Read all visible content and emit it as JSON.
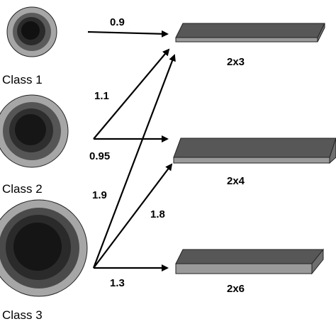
{
  "classes": [
    {
      "label": "Class 1"
    },
    {
      "label": "Class 2"
    },
    {
      "label": "Class 3"
    }
  ],
  "boards": [
    {
      "label": "2x3"
    },
    {
      "label": "2x4"
    },
    {
      "label": "2x6"
    }
  ],
  "connections": [
    {
      "from": "Class 1",
      "to": "2x3",
      "label": "0.9"
    },
    {
      "from": "Class 2",
      "to": "2x3",
      "label": "1.1"
    },
    {
      "from": "Class 2",
      "to": "2x4",
      "label": "0.95"
    },
    {
      "from": "Class 3",
      "to": "2x3",
      "label": "1.9"
    },
    {
      "from": "Class 3",
      "to": "2x4",
      "label": "1.8"
    },
    {
      "from": "Class 3",
      "to": "2x6",
      "label": "1.3"
    }
  ],
  "colors": {
    "ring_outer": "#a6a6a6",
    "ring_core": "#0b0b0b",
    "board_top": "#575757",
    "board_front": "#9a9a9a",
    "board_side": "#6e6e6e"
  }
}
